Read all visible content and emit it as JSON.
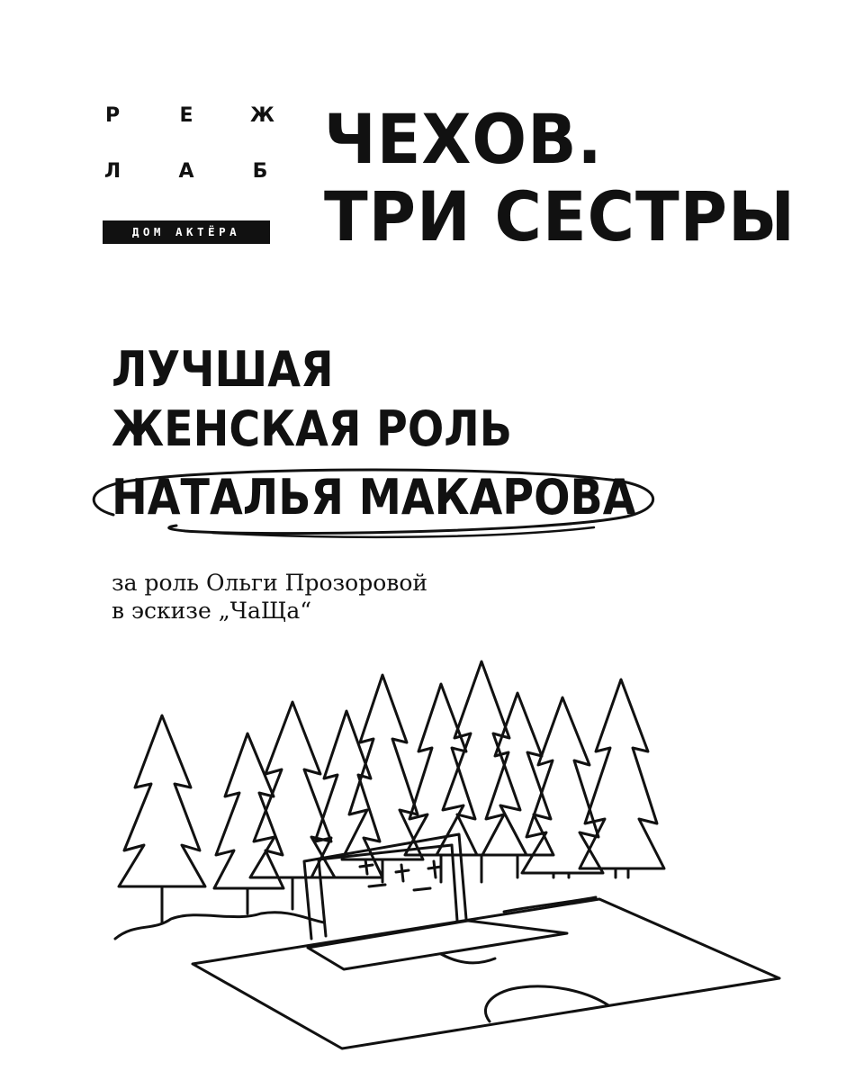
{
  "logo": {
    "row1": [
      "Р",
      "Е",
      "Ж"
    ],
    "row2": [
      "Л",
      "А",
      "Б"
    ],
    "badge": "ДОМ АКТЁРА"
  },
  "title": {
    "line1": "ЧЕХОВ.",
    "line2": "ТРИ СЕСТРЫ"
  },
  "award": {
    "line1": "ЛУЧШАЯ",
    "line2": "ЖЕНСКАЯ РОЛЬ"
  },
  "winner": "НАТАЛЬЯ МАКАРОВА",
  "description": {
    "line1": "за роль Ольги Прозоровой",
    "line2": "в эскизе „ЧаЩа“"
  },
  "colors": {
    "ink": "#111111",
    "background": "#ffffff"
  },
  "illustration": "forest-football-field-icon"
}
